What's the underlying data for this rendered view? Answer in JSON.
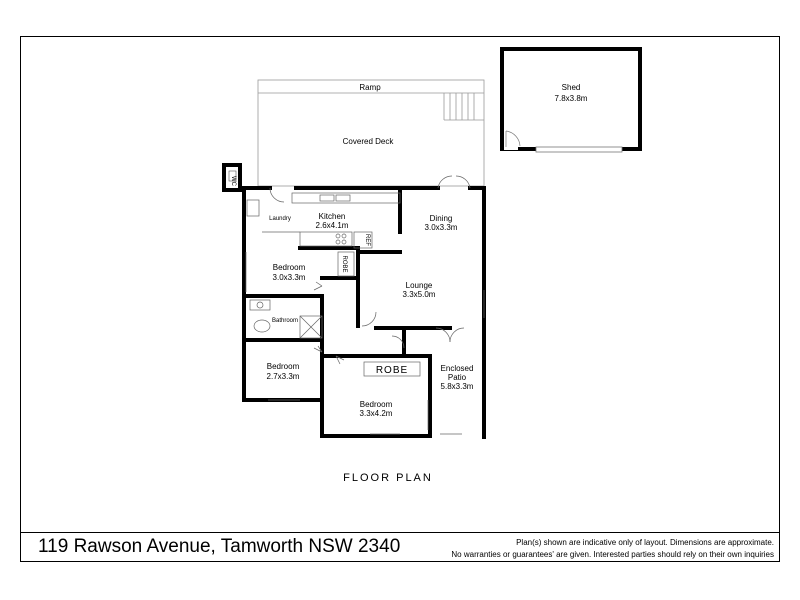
{
  "rooms": {
    "ramp": "Ramp",
    "covered_deck": "Covered Deck",
    "shed_name": "Shed",
    "shed_size": "7.8x3.8m",
    "wc": "WC",
    "laundry": "Laundry",
    "kitchen_name": "Kitchen",
    "kitchen_size": "2.6x4.1m",
    "dining_name": "Dining",
    "dining_size": "3.0x3.3m",
    "ref": "REF",
    "robe_small": "ROBE",
    "bedroom1_name": "Bedroom",
    "bedroom1_size": "3.0x3.3m",
    "lounge_name": "Lounge",
    "lounge_size": "3.3x5.0m",
    "bathroom": "Bathroom",
    "bedroom2_name": "Bedroom",
    "bedroom2_size": "2.7x3.3m",
    "robe_large": "ROBE",
    "patio_name1": "Enclosed",
    "patio_name2": "Patio",
    "patio_size": "5.8x3.3m",
    "bedroom3_name": "Bedroom",
    "bedroom3_size": "3.3x4.2m"
  },
  "plan_title": "FLOOR PLAN",
  "address": "119 Rawson Avenue, Tamworth NSW 2340",
  "disclaimer_line1": "Plan(s) shown are indicative only of layout. Dimensions are approximate.",
  "disclaimer_line2": "No warranties or guarantees' are given. Interested parties should rely on their own inquiries"
}
